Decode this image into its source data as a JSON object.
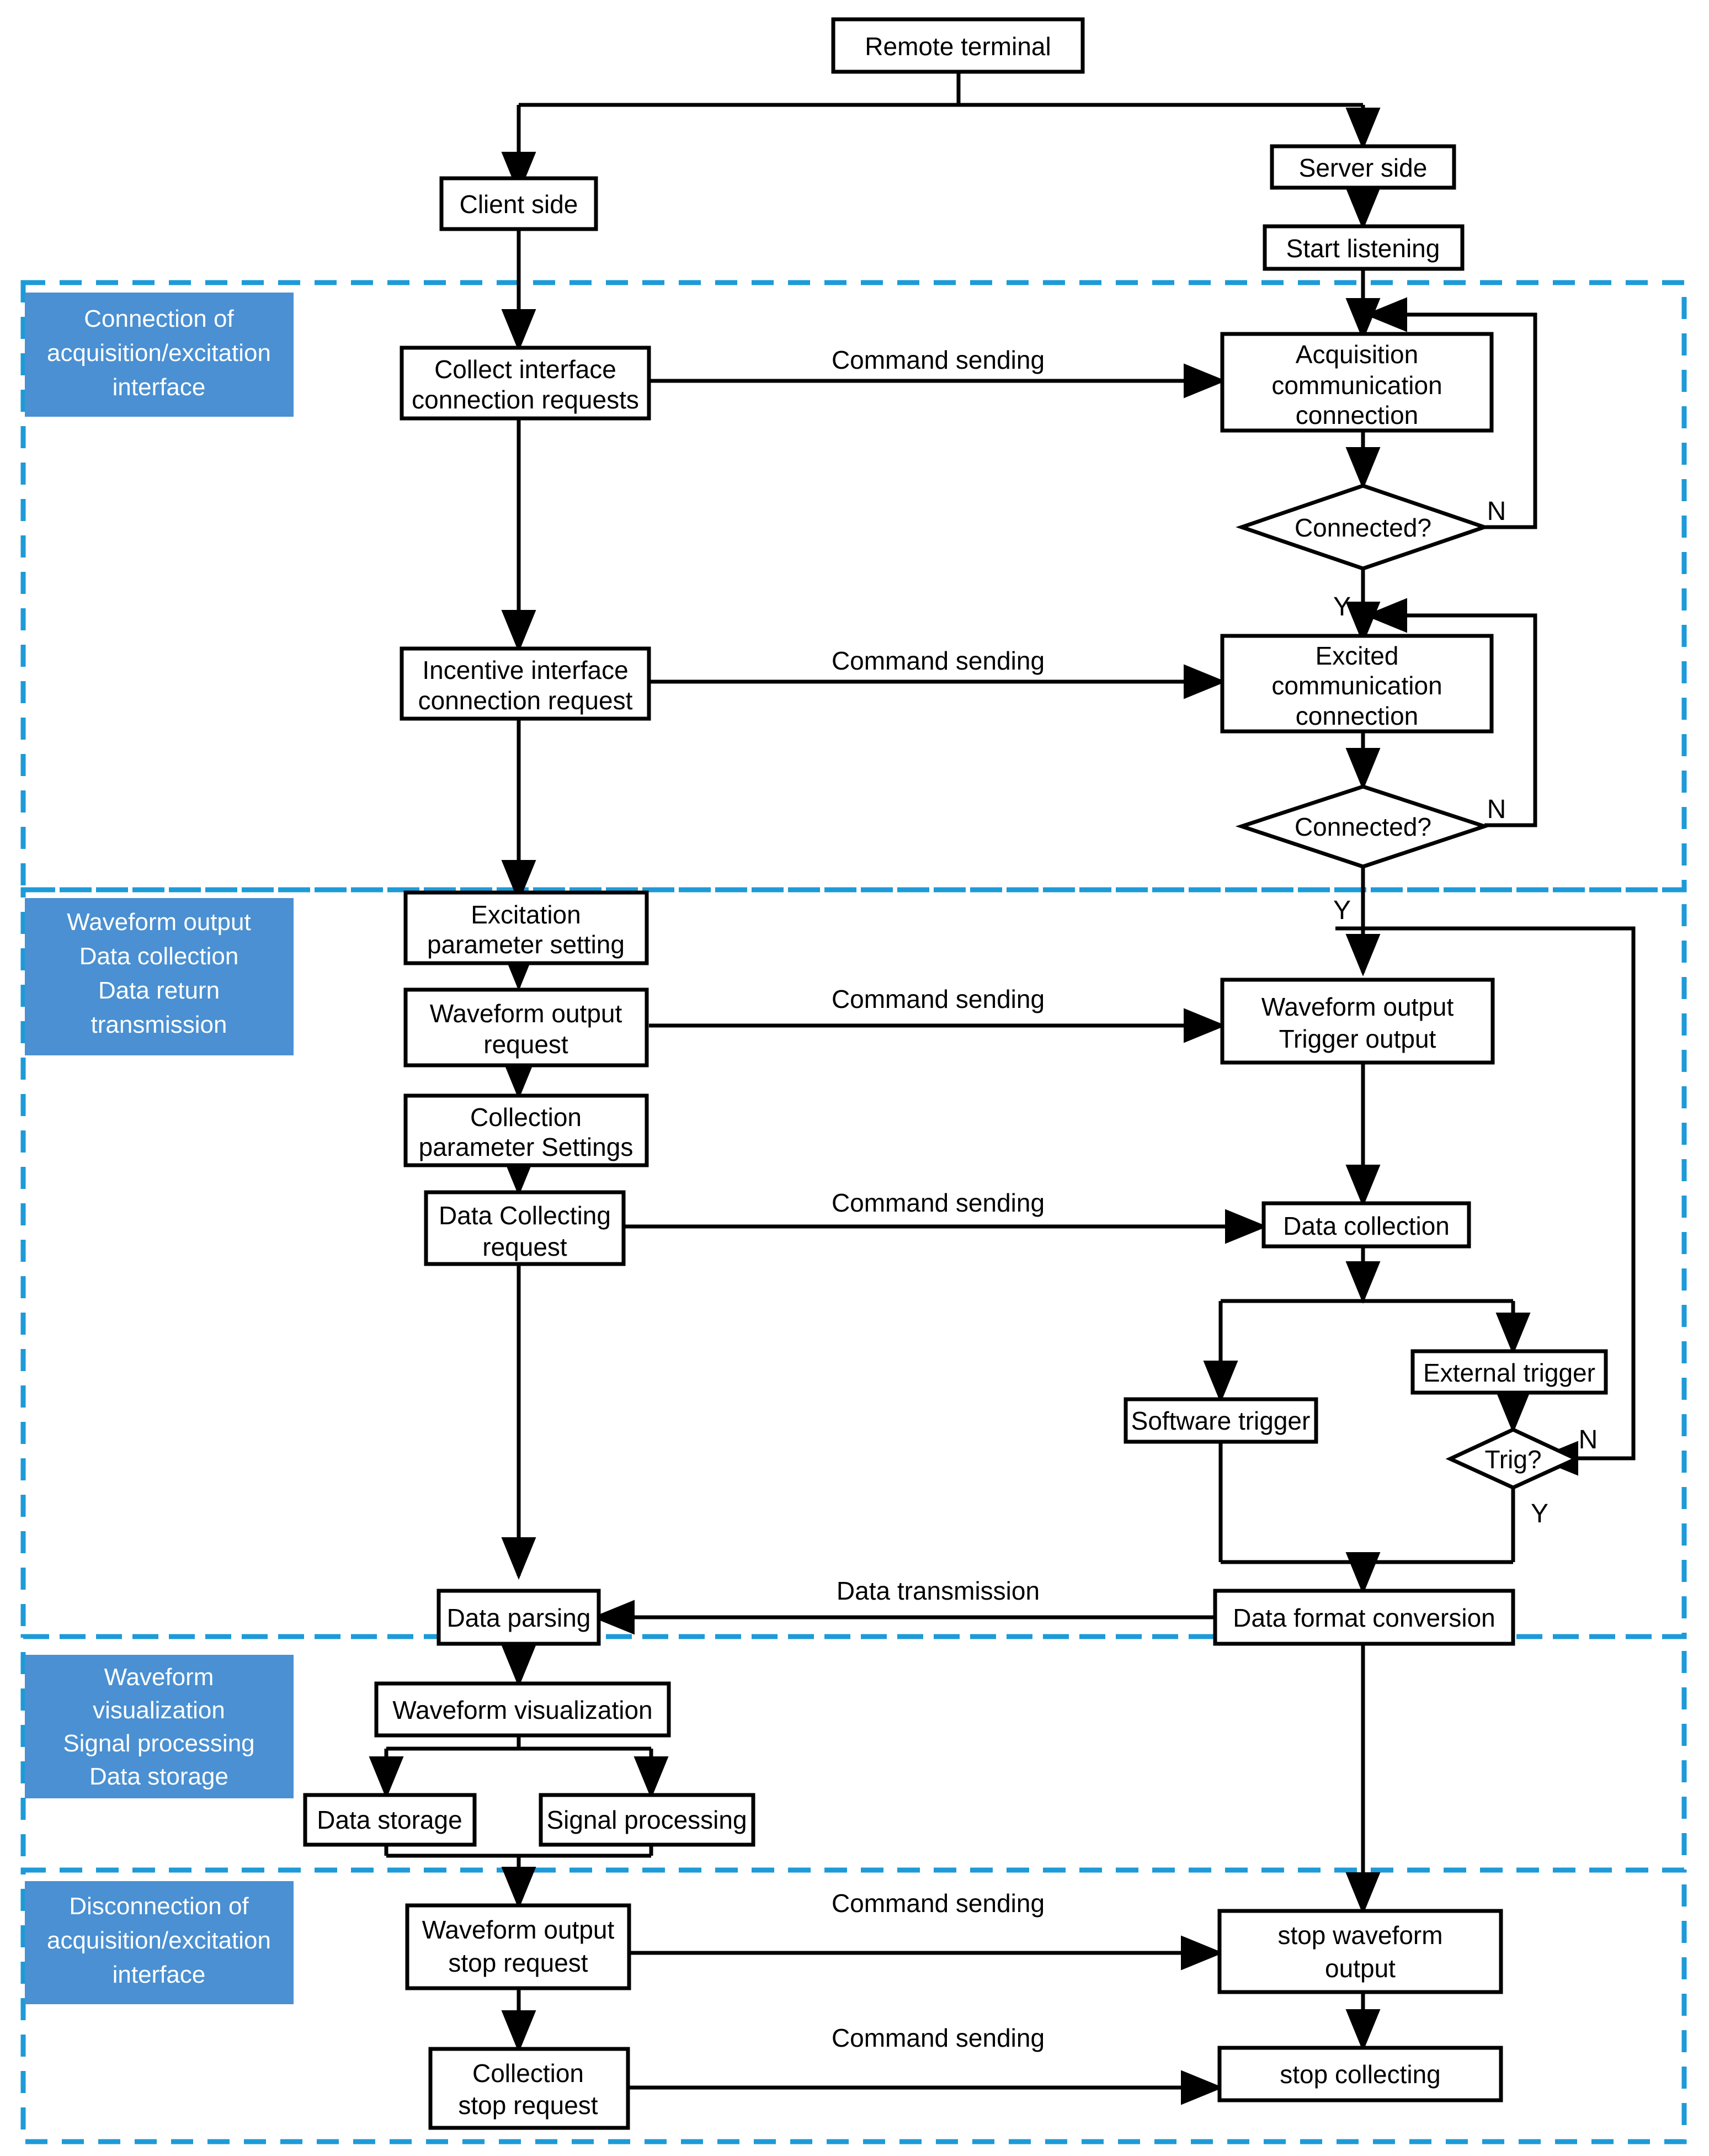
{
  "diagram": {
    "title": "Remote terminal acquisition and excitation flowchart",
    "colors": {
      "phase_fill": "#4A90D2",
      "phase_text": "#FFFFFF",
      "dashed_region": "#1D9AD7",
      "node_stroke": "#000000",
      "node_fill": "#FFFFFF"
    },
    "phases": [
      {
        "id": "phase-connection",
        "label": "Connection of\nacquisition/excitation\ninterface",
        "lines": [
          "Connection of",
          "acquisition/excitation",
          "interface"
        ]
      },
      {
        "id": "phase-waveform",
        "label": "Waveform output\nData collection\nData return\ntransmission",
        "lines": [
          "Waveform output",
          "Data collection",
          "Data return",
          "transmission"
        ]
      },
      {
        "id": "phase-visualization",
        "label": "Waveform\nvisualization\nSignal processing\nData storage",
        "lines": [
          "Waveform",
          "visualization",
          "Signal processing",
          "Data storage"
        ]
      },
      {
        "id": "phase-disconnection",
        "label": "Disconnection of\nacquisition/excitation\ninterface",
        "lines": [
          "Disconnection of",
          "acquisition/excitation",
          "interface"
        ]
      }
    ],
    "nodes": [
      {
        "id": "remote-terminal",
        "type": "process",
        "lines": [
          "Remote terminal"
        ]
      },
      {
        "id": "client-side",
        "type": "process",
        "lines": [
          "Client side"
        ]
      },
      {
        "id": "server-side",
        "type": "process",
        "lines": [
          "Server side"
        ]
      },
      {
        "id": "start-listening",
        "type": "process",
        "lines": [
          "Start listening"
        ]
      },
      {
        "id": "collect-interface-connection-requests",
        "type": "process",
        "lines": [
          "Collect interface",
          "connection requests"
        ]
      },
      {
        "id": "acquisition-communication-connection",
        "type": "process",
        "lines": [
          "Acquisition",
          "communication",
          "connection"
        ]
      },
      {
        "id": "connected-decision-1",
        "type": "decision",
        "lines": [
          "Connected?"
        ]
      },
      {
        "id": "incentive-interface-connection-request",
        "type": "process",
        "lines": [
          "Incentive interface",
          "connection request"
        ]
      },
      {
        "id": "excited-communication-connection",
        "type": "process",
        "lines": [
          "Excited",
          "communication",
          "connection"
        ]
      },
      {
        "id": "connected-decision-2",
        "type": "decision",
        "lines": [
          "Connected?"
        ]
      },
      {
        "id": "excitation-parameter-setting",
        "type": "process",
        "lines": [
          "Excitation",
          "parameter setting"
        ]
      },
      {
        "id": "waveform-output-request",
        "type": "process",
        "lines": [
          "Waveform output",
          "request"
        ]
      },
      {
        "id": "waveform-output-trigger-output",
        "type": "process",
        "lines": [
          "Waveform output",
          "Trigger output"
        ]
      },
      {
        "id": "collection-parameter-settings",
        "type": "process",
        "lines": [
          "Collection",
          "parameter Settings"
        ]
      },
      {
        "id": "data-collecting-request",
        "type": "process",
        "lines": [
          "Data Collecting",
          "request"
        ]
      },
      {
        "id": "data-collection",
        "type": "process",
        "lines": [
          "Data collection"
        ]
      },
      {
        "id": "software-trigger",
        "type": "process",
        "lines": [
          "Software trigger"
        ]
      },
      {
        "id": "external-trigger",
        "type": "process",
        "lines": [
          "External trigger"
        ]
      },
      {
        "id": "trig-decision",
        "type": "decision",
        "lines": [
          "Trig?"
        ]
      },
      {
        "id": "data-parsing",
        "type": "process",
        "lines": [
          "Data parsing"
        ]
      },
      {
        "id": "data-format-conversion",
        "type": "process",
        "lines": [
          "Data format conversion"
        ]
      },
      {
        "id": "waveform-visualization",
        "type": "process",
        "lines": [
          "Waveform visualization"
        ]
      },
      {
        "id": "data-storage",
        "type": "process",
        "lines": [
          "Data storage"
        ]
      },
      {
        "id": "signal-processing",
        "type": "process",
        "lines": [
          "Signal processing"
        ]
      },
      {
        "id": "waveform-output-stop-request",
        "type": "process",
        "lines": [
          "Waveform output",
          "stop request"
        ]
      },
      {
        "id": "stop-waveform-output",
        "type": "process",
        "lines": [
          "stop waveform",
          "output"
        ]
      },
      {
        "id": "collection-stop-request",
        "type": "process",
        "lines": [
          "Collection",
          "stop request"
        ]
      },
      {
        "id": "stop-collecting",
        "type": "process",
        "lines": [
          "stop collecting"
        ]
      }
    ],
    "edge_labels": [
      {
        "id": "cmd-1",
        "text": "Command sending"
      },
      {
        "id": "cmd-2",
        "text": "Command sending"
      },
      {
        "id": "cmd-3",
        "text": "Command sending"
      },
      {
        "id": "cmd-4",
        "text": "Command sending"
      },
      {
        "id": "data-transmission",
        "text": "Data transmission"
      },
      {
        "id": "cmd-5",
        "text": "Command sending"
      },
      {
        "id": "cmd-6",
        "text": "Command sending"
      }
    ],
    "branch_labels": [
      {
        "id": "n-1",
        "text": "N"
      },
      {
        "id": "y-1",
        "text": "Y"
      },
      {
        "id": "n-2",
        "text": "N"
      },
      {
        "id": "y-2",
        "text": "Y"
      },
      {
        "id": "n-3",
        "text": "N"
      },
      {
        "id": "y-3",
        "text": "Y"
      }
    ]
  }
}
